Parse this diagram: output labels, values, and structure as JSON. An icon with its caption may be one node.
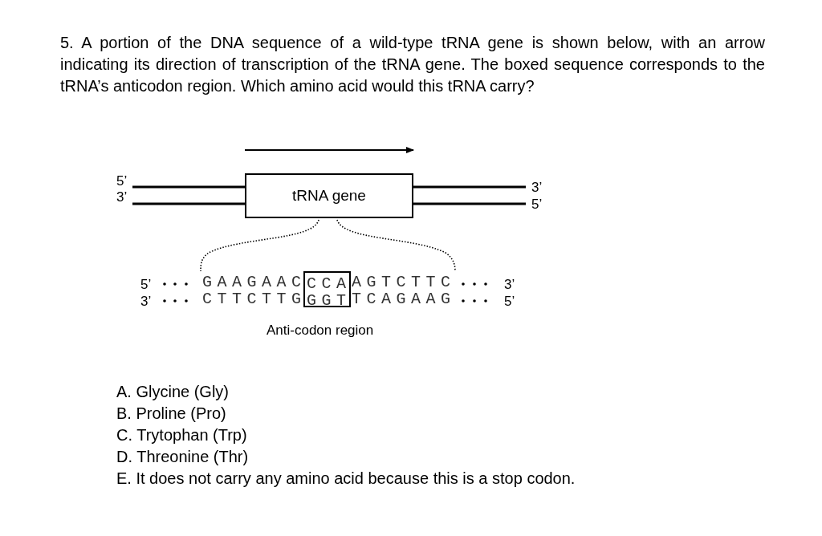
{
  "diagram": {
    "nodes": [
      {
        "text": [
          "tRNA gene"
        ]
      },
      {
        "text": [
          "CCA",
          "GGT"
        ]
      }
    ],
    "labels": [
      "5. A portion of the DNA sequence of a wild-type tRNA gene is shown below, with an arrow indicating its direction of transcription of the tRNA gene. The boxed sequence corresponds to the tRNA’s anticodon region. Which amino acid would this tRNA carry?",
      "5’",
      "3’",
      "3’",
      "5’",
      "5’",
      "GAAGAAC",
      "AGTCTTC",
      "3’",
      "3’",
      "CTTCTTG",
      "TCAGAAG",
      "5’",
      "Anti-codon region",
      "A. Glycine (Gly)",
      "B. Proline (Pro)",
      "C. Trytophan (Trp)",
      "D. Threonine (Thr)",
      "E. It does not carry any amino acid because this is a stop codon."
    ]
  }
}
